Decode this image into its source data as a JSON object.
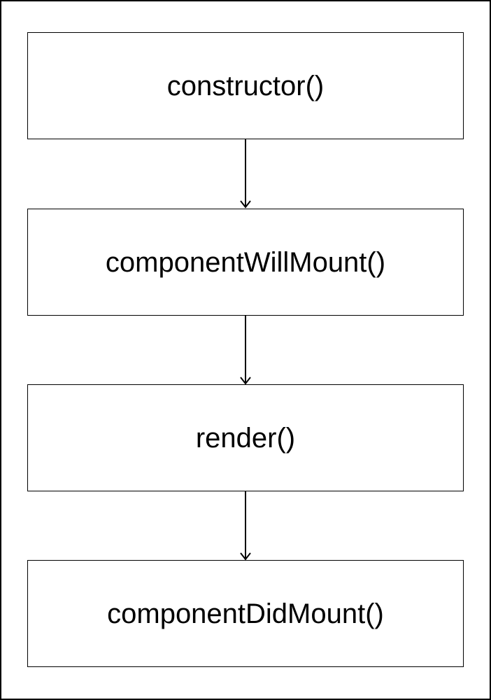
{
  "diagram": {
    "steps": [
      {
        "label": "constructor()"
      },
      {
        "label": "componentWillMount()"
      },
      {
        "label": "render()"
      },
      {
        "label": "componentDidMount()"
      }
    ]
  }
}
